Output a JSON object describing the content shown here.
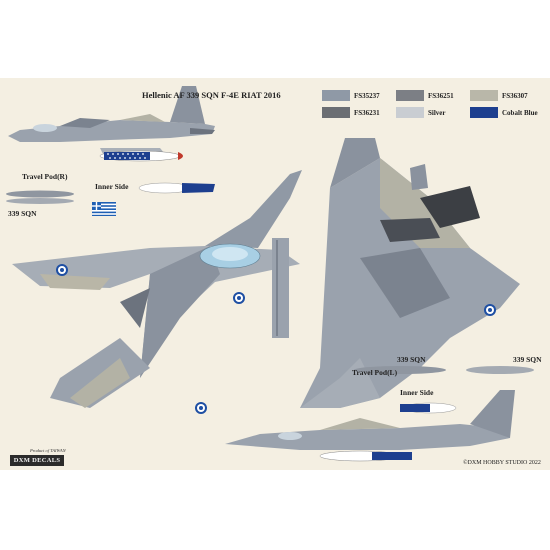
{
  "title": "Hellenic AF 339 SQN F-4E RIAT 2016",
  "colors": {
    "background": "#f4efe2",
    "camo_light": "#a9b0ba",
    "camo_mid": "#8a929e",
    "camo_dark": "#6c737e",
    "camo_tan": "#b9b6a7",
    "cobalt_blue": "#1d3f8f",
    "roundel_blue": "#1e4fa3"
  },
  "swatches": [
    {
      "code": "FS35237",
      "color": "#8f99a6"
    },
    {
      "code": "FS36251",
      "color": "#7c7f85"
    },
    {
      "code": "FS36307",
      "color": "#b9b7a9"
    },
    {
      "code": "FS36231",
      "color": "#6b6e73"
    },
    {
      "code": "Silver",
      "color": "#c9cdd2"
    },
    {
      "code": "Cobalt Blue",
      "color": "#1d3f8f"
    }
  ],
  "labels": {
    "travel_pod_r": "Travel Pod(R)",
    "travel_pod_l": "Travel Pod(L)",
    "inner_side_1": "Inner Side",
    "inner_side_2": "Inner Side",
    "sqn_1": "339 SQN",
    "sqn_2": "339 SQN",
    "sqn_3": "339 SQN"
  },
  "brand": {
    "logo": "DXM DECALS",
    "tagline": "Product of TAIWAN",
    "copyright": "©DXM HOBBY STUDIO 2022"
  },
  "icons": [
    "greek-flag-icon",
    "roundel-icon"
  ]
}
